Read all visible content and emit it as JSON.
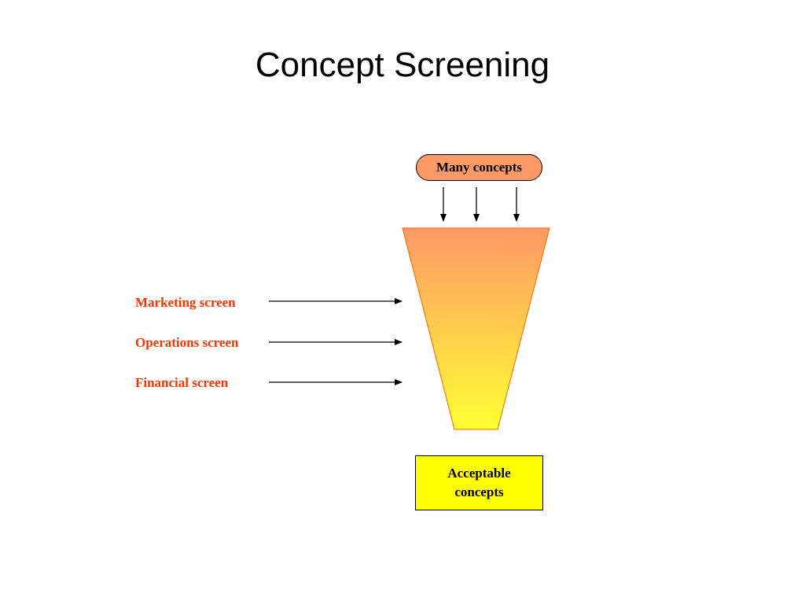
{
  "title": "Concept Screening",
  "input": {
    "label": "Many concepts",
    "fill": "#FF9966"
  },
  "funnel": {
    "top_color": "#FF9966",
    "bottom_color": "#FFFF33",
    "outline_color": "#FF6600"
  },
  "screens": [
    {
      "label": "Marketing screen"
    },
    {
      "label": "Operations screen"
    },
    {
      "label": "Financial screen"
    }
  ],
  "screen_label_color": "#FF3300",
  "output": {
    "line1": "Acceptable",
    "line2": "concepts",
    "fill": "#FFFF00"
  }
}
